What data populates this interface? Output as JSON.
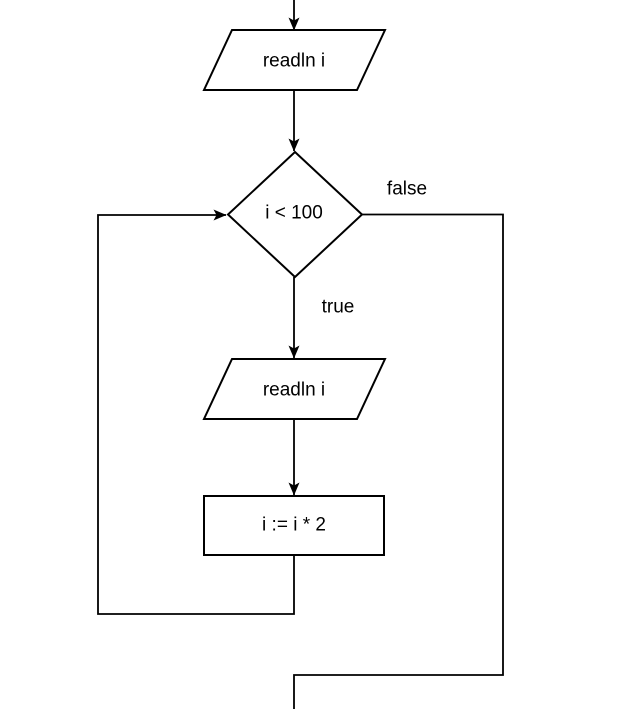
{
  "diagram": {
    "type": "flowchart",
    "background": "#ffffff",
    "stroke_color": "#000000",
    "text_color": "#000000",
    "nodes": [
      {
        "id": "read-input-top",
        "shape": "parallelogram",
        "label": "readln i"
      },
      {
        "id": "loop-condition",
        "shape": "diamond",
        "label": "i < 100"
      },
      {
        "id": "read-input-loop",
        "shape": "parallelogram",
        "label": "readln i"
      },
      {
        "id": "double-assignment",
        "shape": "rectangle",
        "label": "i := i * 2"
      }
    ],
    "edge_labels": [
      {
        "id": "false-branch-label",
        "text": "false"
      },
      {
        "id": "true-branch-label",
        "text": "true"
      }
    ]
  }
}
